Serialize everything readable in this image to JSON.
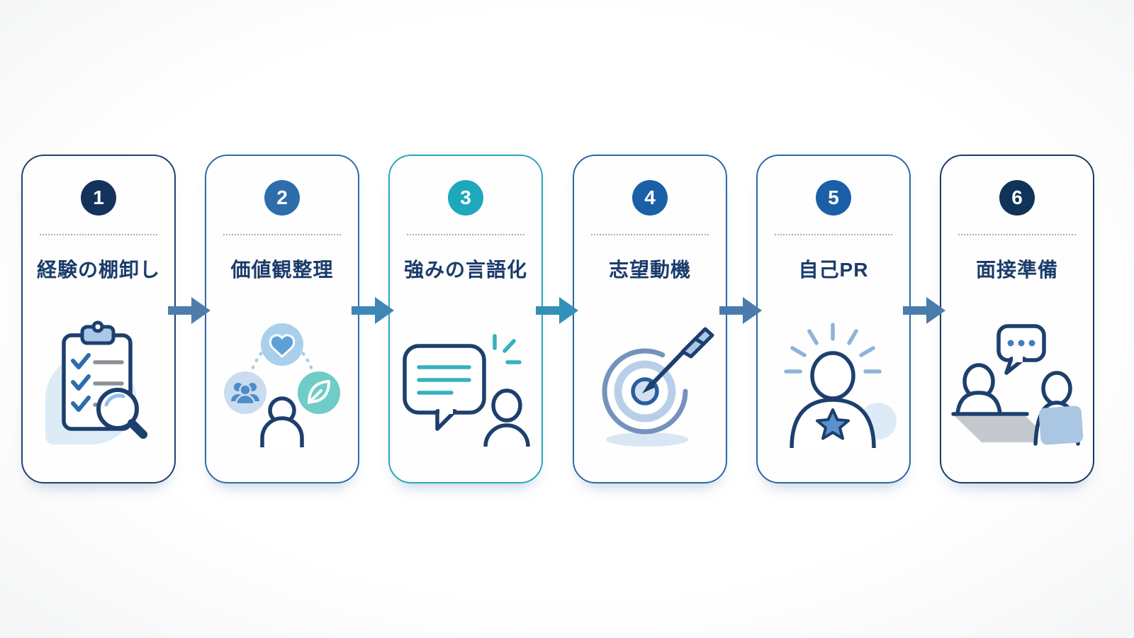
{
  "page": {
    "background": "#ffffff"
  },
  "colors": {
    "title_text": "#1b3c6b",
    "divider": "#a6adb5",
    "outline_navy": "#1d3f6e",
    "light_blue_fill": "#a9c8e8",
    "pale_blue_blob": "#ddebf7",
    "teal": "#2fb0bf"
  },
  "steps": [
    {
      "number": "1",
      "label": "経験の棚卸し",
      "icon": "clipboard-checklist-magnifier-icon",
      "badge_color": "#14335c",
      "border_color": "#24426e"
    },
    {
      "number": "2",
      "label": "価値観整理",
      "icon": "heart-people-leaf-person-icon",
      "badge_color": "#2e6dab",
      "border_color": "#2e6dab"
    },
    {
      "number": "3",
      "label": "強みの言語化",
      "icon": "speech-bubble-person-icon",
      "badge_color": "#1ea8bc",
      "border_color": "#2aa8bc"
    },
    {
      "number": "4",
      "label": "志望動機",
      "icon": "target-arrow-icon",
      "badge_color": "#1b60a7",
      "border_color": "#2b69aa"
    },
    {
      "number": "5",
      "label": "自己PR",
      "icon": "person-star-rays-icon",
      "badge_color": "#1b60a7",
      "border_color": "#2b69aa"
    },
    {
      "number": "6",
      "label": "面接準備",
      "icon": "interview-chat-icon",
      "badge_color": "#103358",
      "border_color": "#1c3c66"
    }
  ],
  "arrows": [
    {
      "color": "#4e7dad"
    },
    {
      "color": "#3e86b6"
    },
    {
      "color": "#3390b6"
    },
    {
      "color": "#4a7cab"
    },
    {
      "color": "#4a7cab"
    }
  ]
}
